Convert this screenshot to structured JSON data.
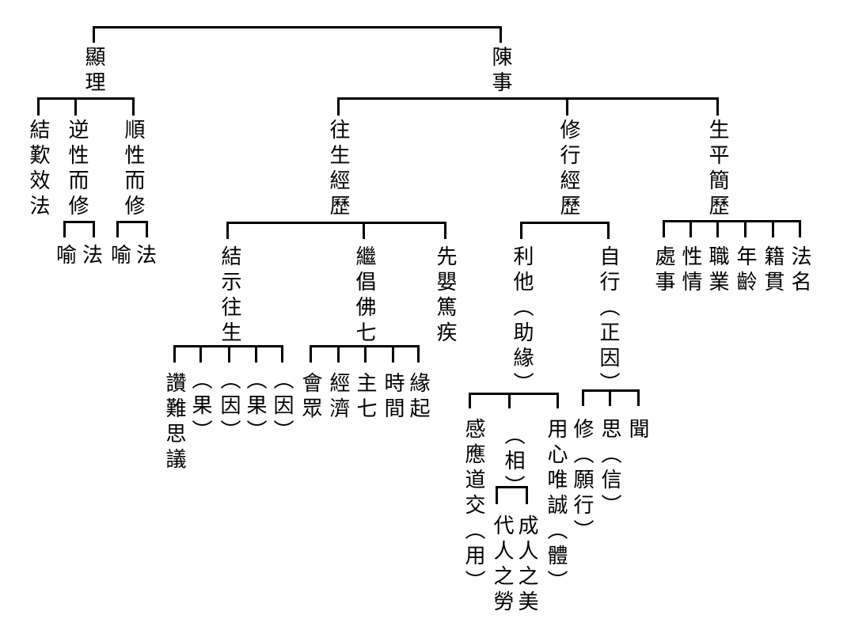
{
  "root": {
    "left": "顯理",
    "right": "陳事"
  },
  "xianli": {
    "children": [
      "結歎效法",
      "逆性而修",
      "順性而修"
    ],
    "ni_children": [
      "喻",
      "法"
    ],
    "shun_children": [
      "喻",
      "法"
    ]
  },
  "chenshi": {
    "children": [
      "往生經歷",
      "修行經歷",
      "生平簡歷"
    ],
    "wangsheng": {
      "children": [
        "結示往生",
        "繼倡佛七",
        "先嬰篤疾"
      ],
      "jieshi_children": [
        "讚難思議",
        "（果）",
        "（因）",
        "（果）",
        "（因）"
      ],
      "jichang_children": [
        "會眾",
        "經濟",
        "主七",
        "時間",
        "緣起"
      ]
    },
    "xiuxing": {
      "children": [
        "利他（助緣）",
        "自行（正因）"
      ],
      "lita_children": [
        "感應道交（用）",
        "（相）",
        "用心唯誠（體）"
      ],
      "xiang_children": [
        "代人之勞",
        "成人之美"
      ],
      "zixing_children": [
        "修（願行）",
        "思（信）",
        "聞"
      ]
    },
    "shengping": {
      "children": [
        "處事",
        "性情",
        "職業",
        "年齡",
        "籍貫",
        "法名"
      ]
    }
  }
}
